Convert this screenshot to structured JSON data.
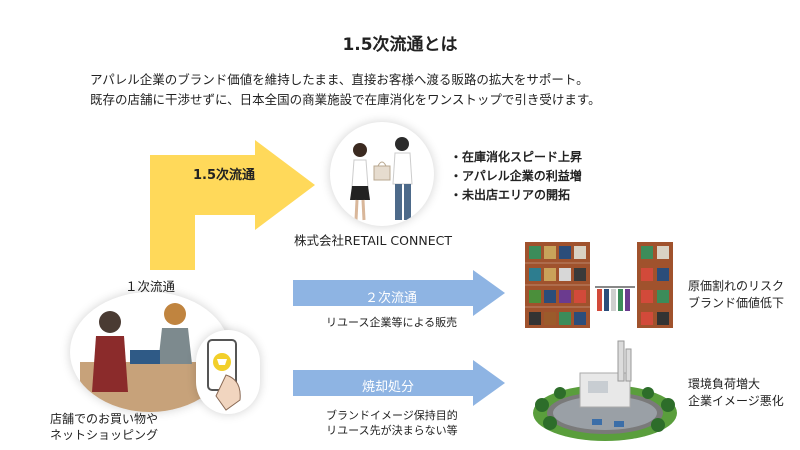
{
  "title": "1.5次流通とは",
  "intro": [
    "アパレル企業のブランド価値を維持したまま、直接お客様へ渡る販路の拡大をサポート。",
    "既存の店舗に干渉せずに、日本全国の商業施設で在庫消化をワンストップで引き受けます。"
  ],
  "primary": {
    "label": "１次流通",
    "caption": [
      "店舗でのお買い物や",
      "ネットショッピング"
    ]
  },
  "route_15": {
    "label": "1.5次流通",
    "company": "株式会社RETAIL CONNECT",
    "benefits": [
      "・在庫消化スピード上昇",
      "・アパレル企業の利益増",
      "・未出店エリアの開拓"
    ]
  },
  "route_2": {
    "label": "２次流通",
    "sub": "リユース企業等による販売",
    "risks": [
      "原価割れのリスク",
      "ブランド価値低下"
    ]
  },
  "route_burn": {
    "label": "焼却処分",
    "sub": [
      "ブランドイメージ保持目的",
      "リユース先が決まらない等"
    ],
    "risks": [
      "環境負荷増大",
      "企業イメージ悪化"
    ]
  },
  "colors": {
    "yellow_arrow": "#FFD95A",
    "blue_arrow": "#8EB4E3",
    "shelf": "#A0522D"
  }
}
